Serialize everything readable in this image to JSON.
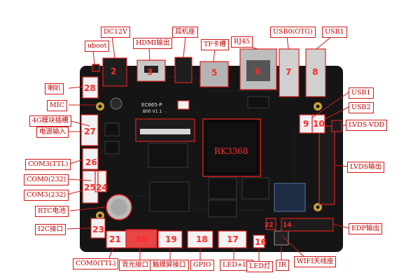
{
  "colors": {
    "pcb": "#151515",
    "label_red": "#c00000",
    "box_red": "#e02020",
    "connector_white": "#f2f2f2",
    "metal": "#c4c4c4"
  },
  "board": {
    "chip_label": "RK3368",
    "model_silkscreen": "EC665-P",
    "version_silkscreen": "B00 V1.1"
  },
  "numbers": [
    "2",
    "3",
    "5",
    "6",
    "7",
    "8",
    "28",
    "27",
    "26",
    "25",
    "24",
    "23",
    "21",
    "20",
    "19",
    "18",
    "17",
    "16",
    "9",
    "10",
    "22",
    "14"
  ],
  "labels": {
    "uboot": "uboot",
    "dc12v": "DC12V",
    "hdmi": "HDMI输出",
    "headphone": "耳机座",
    "tf": "TF卡槽",
    "rj45": "RJ45",
    "usb0_otg": "USB0(OTG)",
    "usb1_top": "USB1",
    "speaker": "喇叭",
    "mic": "MIC",
    "module_4g": "4G模块插槽",
    "power_in": "电源输入",
    "com3_ttl": "COM3(TTL)",
    "com0_232": "COM0(232)",
    "com3_232": "COM3(232)",
    "rtc": "RTC电池",
    "i2c": "I2C接口",
    "com0_ttl": "COM0(TTL)",
    "backlight": "背光接口",
    "touch": "触摸屏接口",
    "gpio": "GPIO",
    "led_ir": "LED+IR",
    "led": "LED灯",
    "ir": "IR",
    "wifi_ant": "WIFI天线座",
    "edp": "EDP输出",
    "lvds_out": "LVDS输出",
    "lvds_vdd": "LVDS-VDD",
    "usb2": "USB2",
    "usb1_side": "USB1"
  }
}
